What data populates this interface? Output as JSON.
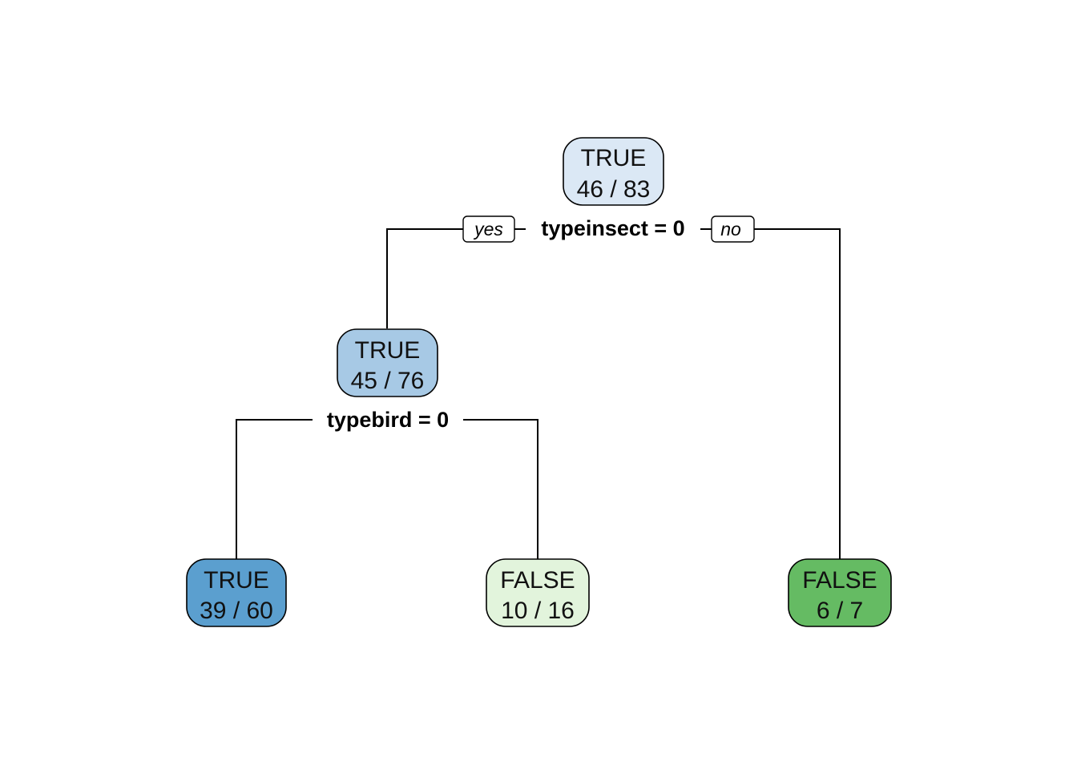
{
  "tree": {
    "nodes": {
      "root": {
        "class": "TRUE",
        "count": "46 / 83",
        "fill": "#dbe8f5"
      },
      "left": {
        "class": "TRUE",
        "count": "45 / 76",
        "fill": "#a7c9e5"
      },
      "left_left": {
        "class": "TRUE",
        "count": "39 / 60",
        "fill": "#5b9fcf"
      },
      "left_right": {
        "class": "FALSE",
        "count": "10 / 16",
        "fill": "#e2f4dc"
      },
      "right": {
        "class": "FALSE",
        "count": "6 / 7",
        "fill": "#65bb63"
      }
    },
    "splits": {
      "root": "typeinsect = 0",
      "left": "typebird = 0"
    },
    "branch_tags": {
      "yes": "yes",
      "no": "no"
    }
  }
}
